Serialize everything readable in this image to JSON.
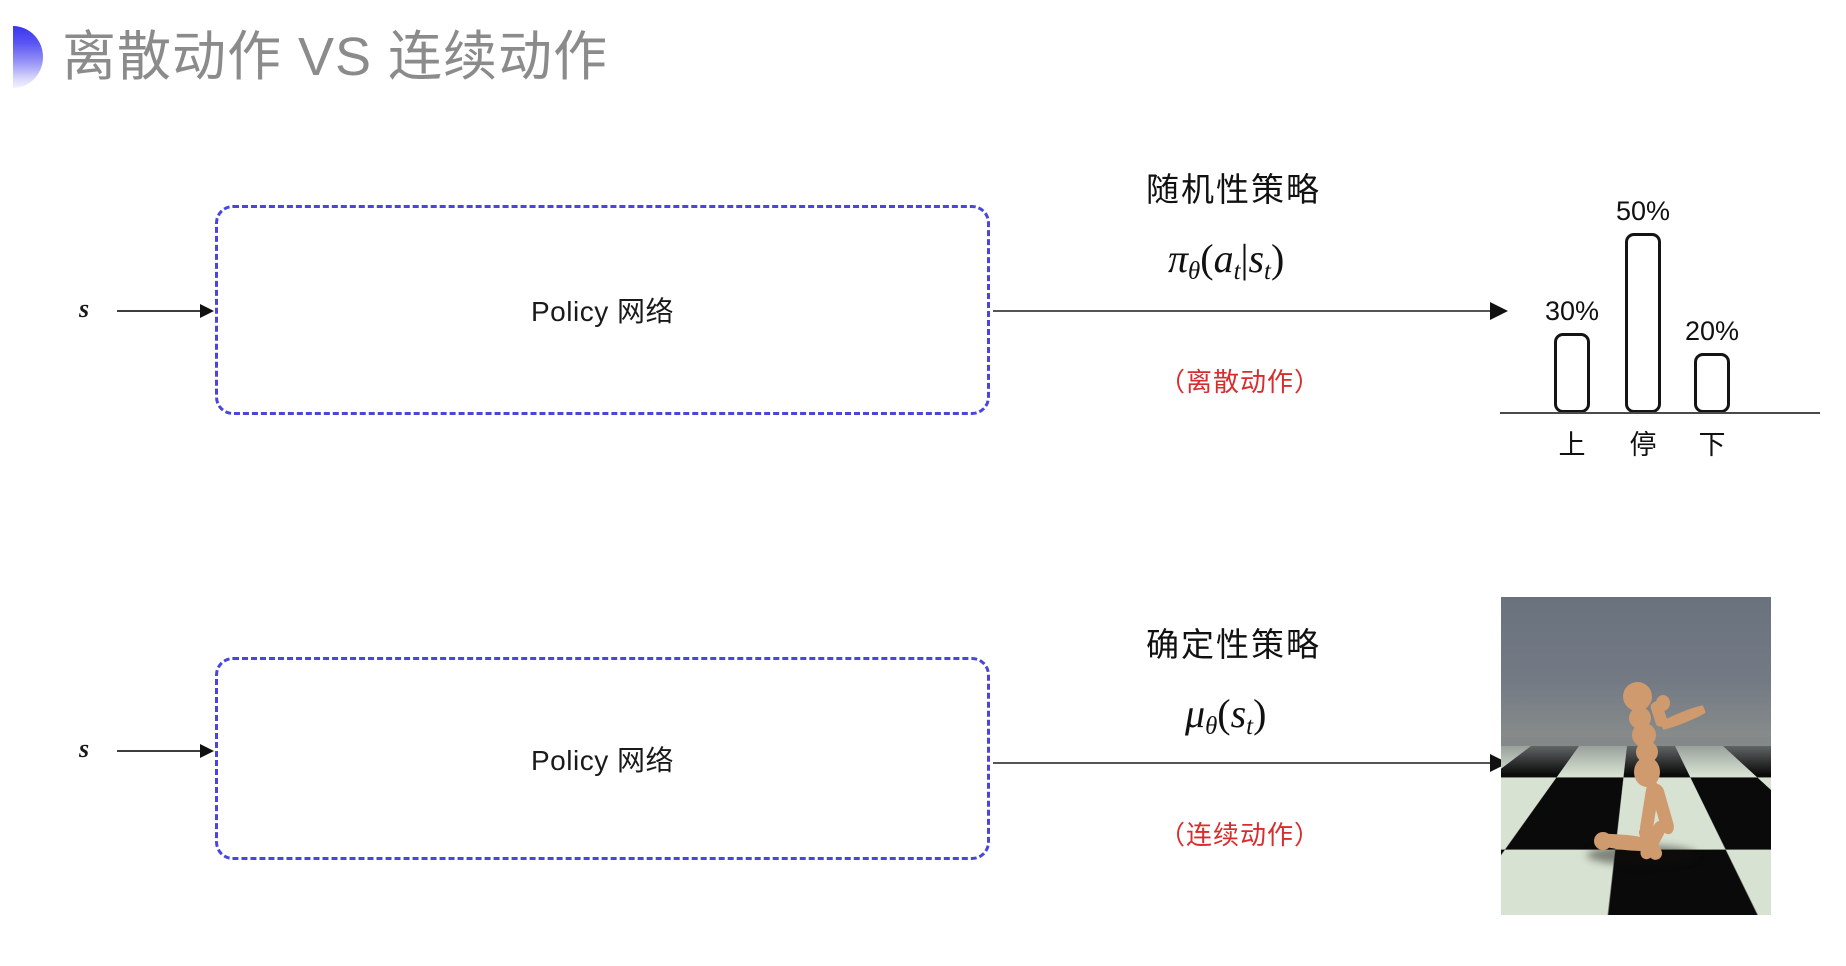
{
  "slide": {
    "title": "离散动作 VS 连续动作",
    "title_color": "#8b8b8b",
    "accent_color": "#3a34f0",
    "background": "#ffffff"
  },
  "rows": [
    {
      "id": "discrete",
      "state_label": "s",
      "box_label": "Policy 网络",
      "policy_name": "随机性策略",
      "formula": {
        "base": "π",
        "base_sub": "θ",
        "open": "(",
        "arg1": "a",
        "arg1_sub": "t",
        "bar": "|",
        "arg2": "s",
        "arg2_sub": "t",
        "close": ")"
      },
      "action_tag": "（离散动作）",
      "action_tag_color": "#d92c2c",
      "output_type": "bar-chart"
    },
    {
      "id": "continuous",
      "state_label": "s",
      "box_label": "Policy 网络",
      "policy_name": "确定性策略",
      "formula": {
        "base": "μ",
        "base_sub": "θ",
        "open": "(",
        "arg1": "s",
        "arg1_sub": "t",
        "bar": "",
        "arg2": "",
        "arg2_sub": "",
        "close": ")"
      },
      "action_tag": "（连续动作）",
      "action_tag_color": "#d92c2c",
      "output_type": "humanoid-simulation"
    }
  ],
  "chart_data": {
    "type": "bar",
    "title": "",
    "xlabel": "",
    "ylabel": "",
    "categories": [
      "上",
      "停",
      "下"
    ],
    "values": [
      30,
      50,
      20
    ],
    "value_labels": [
      "30%",
      "50%",
      "20%"
    ],
    "ylim": [
      0,
      55
    ],
    "grid": false,
    "legend": "none",
    "bar_fill": "#ffffff",
    "bar_stroke": "#141414"
  },
  "simulation": {
    "caption": "",
    "sky_color": "#6a727e",
    "floor_colors": [
      "#d7e2d2",
      "#0a0a0a"
    ],
    "body_color": "#cf9a6e"
  }
}
